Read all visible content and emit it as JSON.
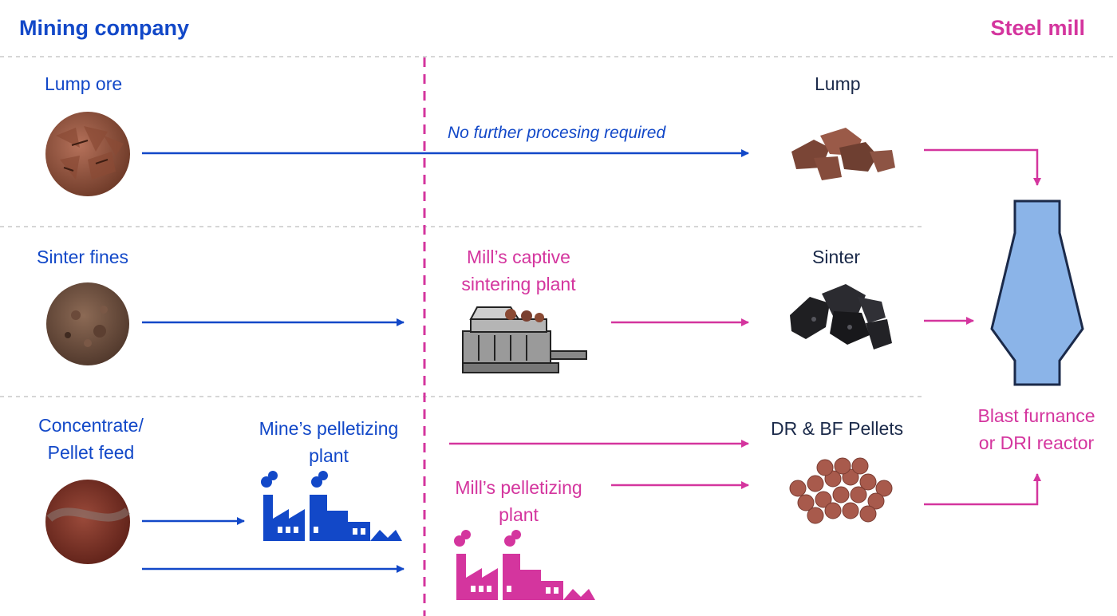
{
  "header": {
    "left_title": "Mining company",
    "right_title": "Steel mill"
  },
  "rows": {
    "lump": {
      "source": "Lump ore",
      "note": "No further procesing required",
      "product": "Lump"
    },
    "sinter": {
      "source": "Sinter fines",
      "plant_line1": "Mill’s captive",
      "plant_line2": "sintering plant",
      "product": "Sinter"
    },
    "pellet": {
      "source_line1": "Concentrate/",
      "source_line2": "Pellet feed",
      "mine_plant_line1": "Mine’s pelletizing",
      "mine_plant_line2": "plant",
      "mill_plant_line1": "Mill’s pelletizing",
      "mill_plant_line2": "plant",
      "product": "DR & BF Pellets"
    }
  },
  "destination": {
    "line1": "Blast furnance",
    "line2": "or DRI reactor"
  },
  "colors": {
    "mining": "#1248c8",
    "steel": "#d4359e",
    "furnace": "#8bb4e8"
  }
}
